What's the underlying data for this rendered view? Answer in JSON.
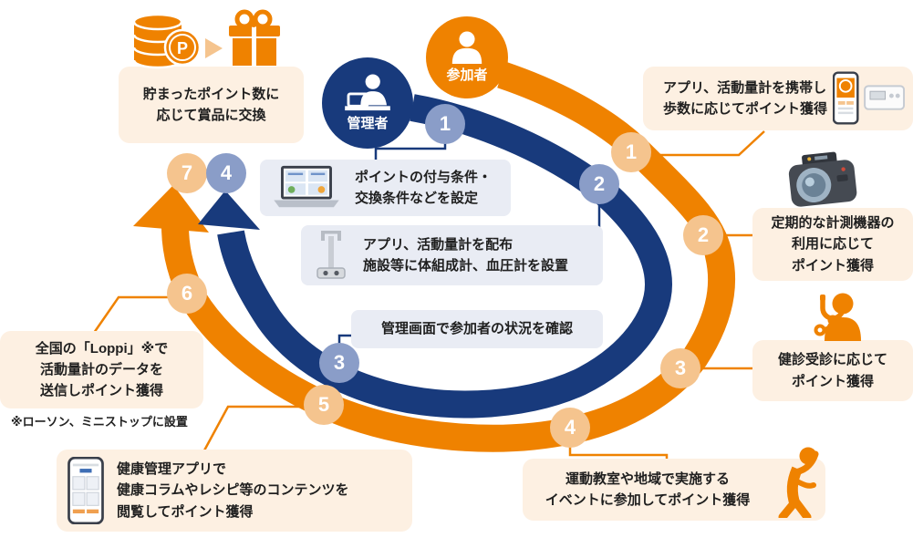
{
  "palette": {
    "orange": "#ef8200",
    "navy": "#183a7c",
    "light_orange_badge": "#f5c48e",
    "gray_blue_badge": "#8a9dc8",
    "peach_box": "#fdf0e2",
    "gray_box": "#e9ecf4"
  },
  "actors": {
    "admin": {
      "label": "管理者"
    },
    "participant": {
      "label": "参加者"
    }
  },
  "admin_steps": [
    {
      "num": "1",
      "text": "ポイントの付与条件・\n交換条件などを設定"
    },
    {
      "num": "2",
      "text": "アプリ、活動量計を配布\n施設等に体組成計、血圧計を設置"
    },
    {
      "num": "3",
      "text": "管理画面で参加者の状況を確認"
    },
    {
      "num": "4",
      "text": ""
    }
  ],
  "participant_steps": [
    {
      "num": "1",
      "text": "アプリ、活動量計を携帯し\n歩数に応じてポイント獲得"
    },
    {
      "num": "2",
      "text": "定期的な計測機器の\n利用に応じて\nポイント獲得"
    },
    {
      "num": "3",
      "text": "健診受診に応じて\nポイント獲得"
    },
    {
      "num": "4",
      "text": "運動教室や地域で実施する\nイベントに参加してポイント獲得"
    },
    {
      "num": "5",
      "text": "健康管理アプリで\n健康コラムやレシピ等のコンテンツを\n閲覧してポイント獲得"
    },
    {
      "num": "6",
      "text": "全国の「Loppi」※で\n活動量計のデータを\n送信しポイント獲得"
    },
    {
      "num": "7",
      "text": "貯まったポイント数に\n応じて賞品に交換"
    }
  ],
  "note": "※ローソン、ミニストップに設置",
  "coin_letter": "P"
}
